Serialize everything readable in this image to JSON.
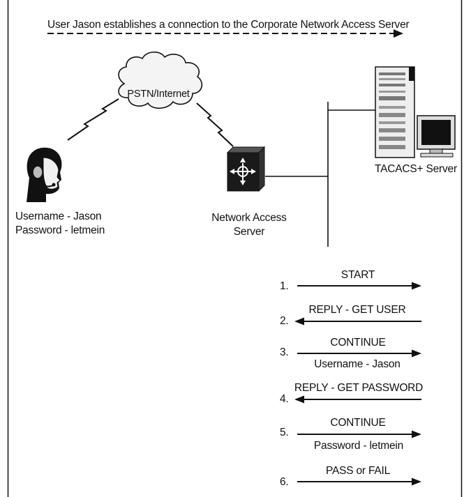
{
  "header": {
    "caption": "User Jason establishes a connection to the Corporate Network Access Server"
  },
  "cloud": {
    "label": "PSTN/Internet"
  },
  "user": {
    "username_line": "Username - Jason",
    "password_line": "Password - letmein",
    "icon": "user-headset-icon"
  },
  "nas": {
    "label_line1": "Network Access",
    "label_line2": "Server",
    "icon": "network-access-server-icon"
  },
  "tacacs": {
    "label": "TACACS+ Server",
    "icon": "server-tower-icon",
    "monitor_icon": "monitor-icon"
  },
  "sequence": [
    {
      "num": "1.",
      "label": "START",
      "sublabel": "",
      "direction": "right"
    },
    {
      "num": "2.",
      "label": "REPLY - GET USER",
      "sublabel": "",
      "direction": "left"
    },
    {
      "num": "3.",
      "label": "CONTINUE",
      "sublabel": "Username - Jason",
      "direction": "right"
    },
    {
      "num": "4.",
      "label": "REPLY - GET PASSWORD",
      "sublabel": "",
      "direction": "left"
    },
    {
      "num": "5.",
      "label": "CONTINUE",
      "sublabel": "Password - letmein",
      "direction": "right"
    },
    {
      "num": "6.",
      "label": "PASS or FAIL",
      "sublabel": "",
      "direction": "right"
    }
  ],
  "colors": {
    "ink": "#111111",
    "cloud_fill": "#f4f4f4",
    "device_fill": "#1a1a1a"
  }
}
